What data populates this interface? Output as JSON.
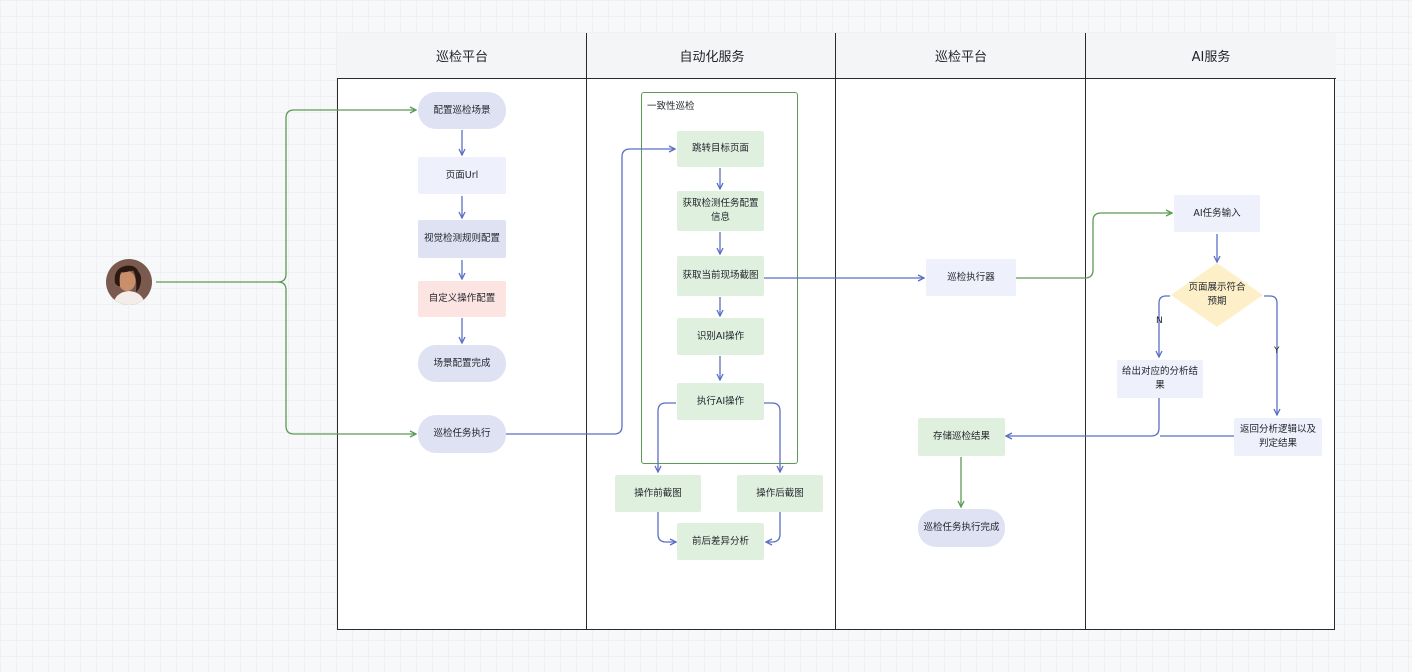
{
  "lanes": [
    {
      "title": "巡检平台"
    },
    {
      "title": "自动化服务"
    },
    {
      "title": "巡检平台"
    },
    {
      "title": "AI服务"
    }
  ],
  "group": {
    "label": "一致性巡检"
  },
  "nodes": {
    "config_scene": "配置巡检场景",
    "page_url": "页面Url",
    "visual_rule": "视觉检测规则配置",
    "custom_op": "自定义操作配置",
    "scene_done": "场景配置完成",
    "task_exec": "巡检任务执行",
    "jump_page": "跳转目标页面",
    "get_config": "获取检测任务配置信息",
    "get_screenshot": "获取当前现场截图",
    "identify_ai": "识别AI操作",
    "exec_ai": "执行AI操作",
    "before_shot": "操作前截图",
    "after_shot": "操作后截图",
    "diff_analysis": "前后差异分析",
    "executor": "巡检执行器",
    "store_result": "存储巡检结果",
    "task_done": "巡检任务执行完成",
    "ai_input": "AI任务输入",
    "decision": "页面展示符合预期",
    "give_analysis": "给出对应的分析结果",
    "return_logic": "返回分析逻辑以及判定结果"
  },
  "edge_labels": {
    "no": "N",
    "yes": "Y"
  },
  "colors": {
    "green_line": "#5b9a55",
    "blue_line": "#5b6fc4",
    "diamond_fill": "#fdf0c9"
  }
}
